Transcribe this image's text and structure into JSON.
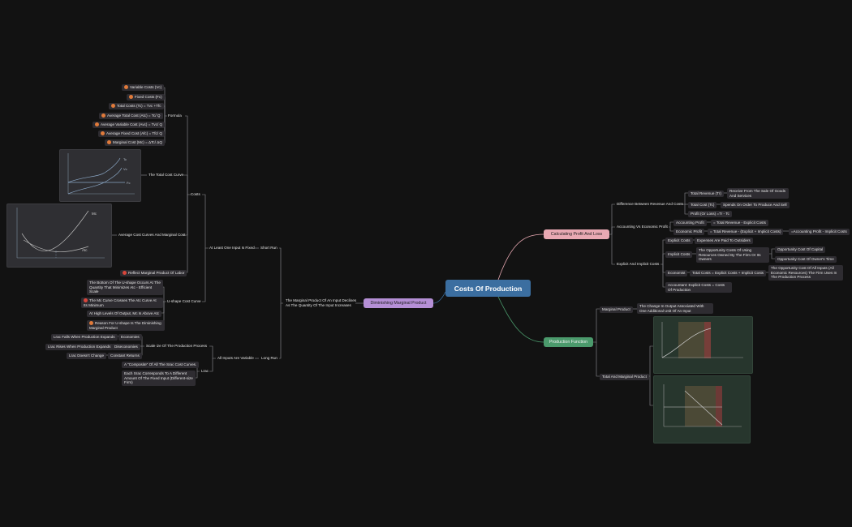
{
  "root": "Costs Of Production",
  "branches": {
    "pl": "Calculating Profit And Loss",
    "pf": "Production Function",
    "dmp": "Diminishing Marginal Product"
  },
  "pl": {
    "diff": "Difference Between Revenue And Costs",
    "tr": "Total Revenue (Tr)",
    "tr_desc": "Receive From The Sale Of Goods And Services",
    "tc": "Total Cost (Tc)",
    "tc_desc": "Spends On Order To Produce And Sell",
    "profit": "Profit (Or Loss) =Tr - Tc",
    "acc_vs_econ": "Accounting Vs Economic Profit",
    "acc_profit": "Accounting Profit",
    "acc_formula": "= Total Revenue - Explicit Costs",
    "econ_profit": "Economic Profit",
    "econ_formula": "= Total Revenue - (Explicit + Implicit Costs)",
    "econ_formula2": "=Accounting Profit - Implicit Costs",
    "explicit_implicit": "Explicit And Implicit Costs",
    "explicit": "Explicit Costs",
    "explicit_desc": "Expenses Are Paid To Outsiders",
    "implicit": "Implicit Costs",
    "implicit_desc": "The Opportunity Costs Of Using Resources Owned By The Firm Or Its Owners",
    "opp_capital": "Opportunity Cost Of Capital",
    "opp_time": "Opportunity Cost Of Owner's Time",
    "economist": "Economist",
    "economist_formula": "Total Costs = Explicit Costs + Implicit Costs",
    "economist_desc": "The Opportunity Cost Of All Inputs (All Economic Resources) The Firm Uses In The Production Process",
    "accountant": "Accountant: Explicit Costs = Costs Of Production"
  },
  "pf": {
    "mp": "Marginal Product",
    "mp_desc": "The Change In Output Associated With One Additional Unit Of An Input",
    "tmp": "Total And Marginal Product"
  },
  "dmp": {
    "desc": "The Marginal Product Of An Input Declines As The Quantity Of The Input Increases",
    "short_run": "Short Run",
    "fixed": "At Least One Input Is Fixed",
    "costs": "Costs",
    "formula": "Formula",
    "formulas": [
      "Variable Costs (Vc)",
      "Fixed Costs (Fc)",
      "Total Costs (Tc) = Tvc +Tfc",
      "Average Total Cost (Atc) = Tc/ Q",
      "Average Variable Cost (Avc) = Tvc/ Q",
      "Average Fixed Cost (Afc) = Tfc/ Q",
      "Marginal Cost (Mc) = ΔTc/ ΔQ"
    ],
    "tcc": "The Total Cost Curve",
    "acmc": "Average Cost Curves And Marginal Cost",
    "reflect": "Reflect Marginal Product Of Labor",
    "ushape": "U-shape Cost Curve",
    "bottom": "The Bottom Of The U-shape Occurs At The Quantity That Minimizes Atc - Efficient Scale",
    "mc_crosses": "The Mc Curve Crosses The Atc Curve At Its Minimum",
    "high_levels": "At High Levels Of Output, Mc Is Above Atc",
    "reason": "Reason For U-shape Is The Diminishing Marginal Product",
    "long_run": "Long Run",
    "all_variable": "All Inputs Are Variable",
    "scale": "Scale",
    "scale_suffix": "ize Of The Production Process",
    "economies": "Economies",
    "economies_desc": "Lrac Falls When Production Expands",
    "diseconomies": "Diseconomies",
    "diseconomies_desc": "Lrac Rises When Production Expands",
    "constant": "Constant Returns",
    "constant_desc": "Lrac Doesn't Change",
    "lrac": "Lrac",
    "lrac1": "A \"Composite\" Of All The Srac Cost Curves.",
    "lrac2": "Each Srac Corresponds To A Different Amount Of The Fixed Input (Different-size Firm)"
  },
  "charts": {
    "tc_labels": [
      "Tc",
      "Vc",
      "Fc"
    ],
    "ac_labels": [
      "Mc",
      "Atc"
    ]
  },
  "colors": {
    "root": "#3b6ea0",
    "pl": "#e9a9b3",
    "pf": "#4b9a6c",
    "dmp": "#b58fd6",
    "node": "#2e2c31",
    "dot_orange": "#e07a3a",
    "dot_red": "#d9463b"
  }
}
